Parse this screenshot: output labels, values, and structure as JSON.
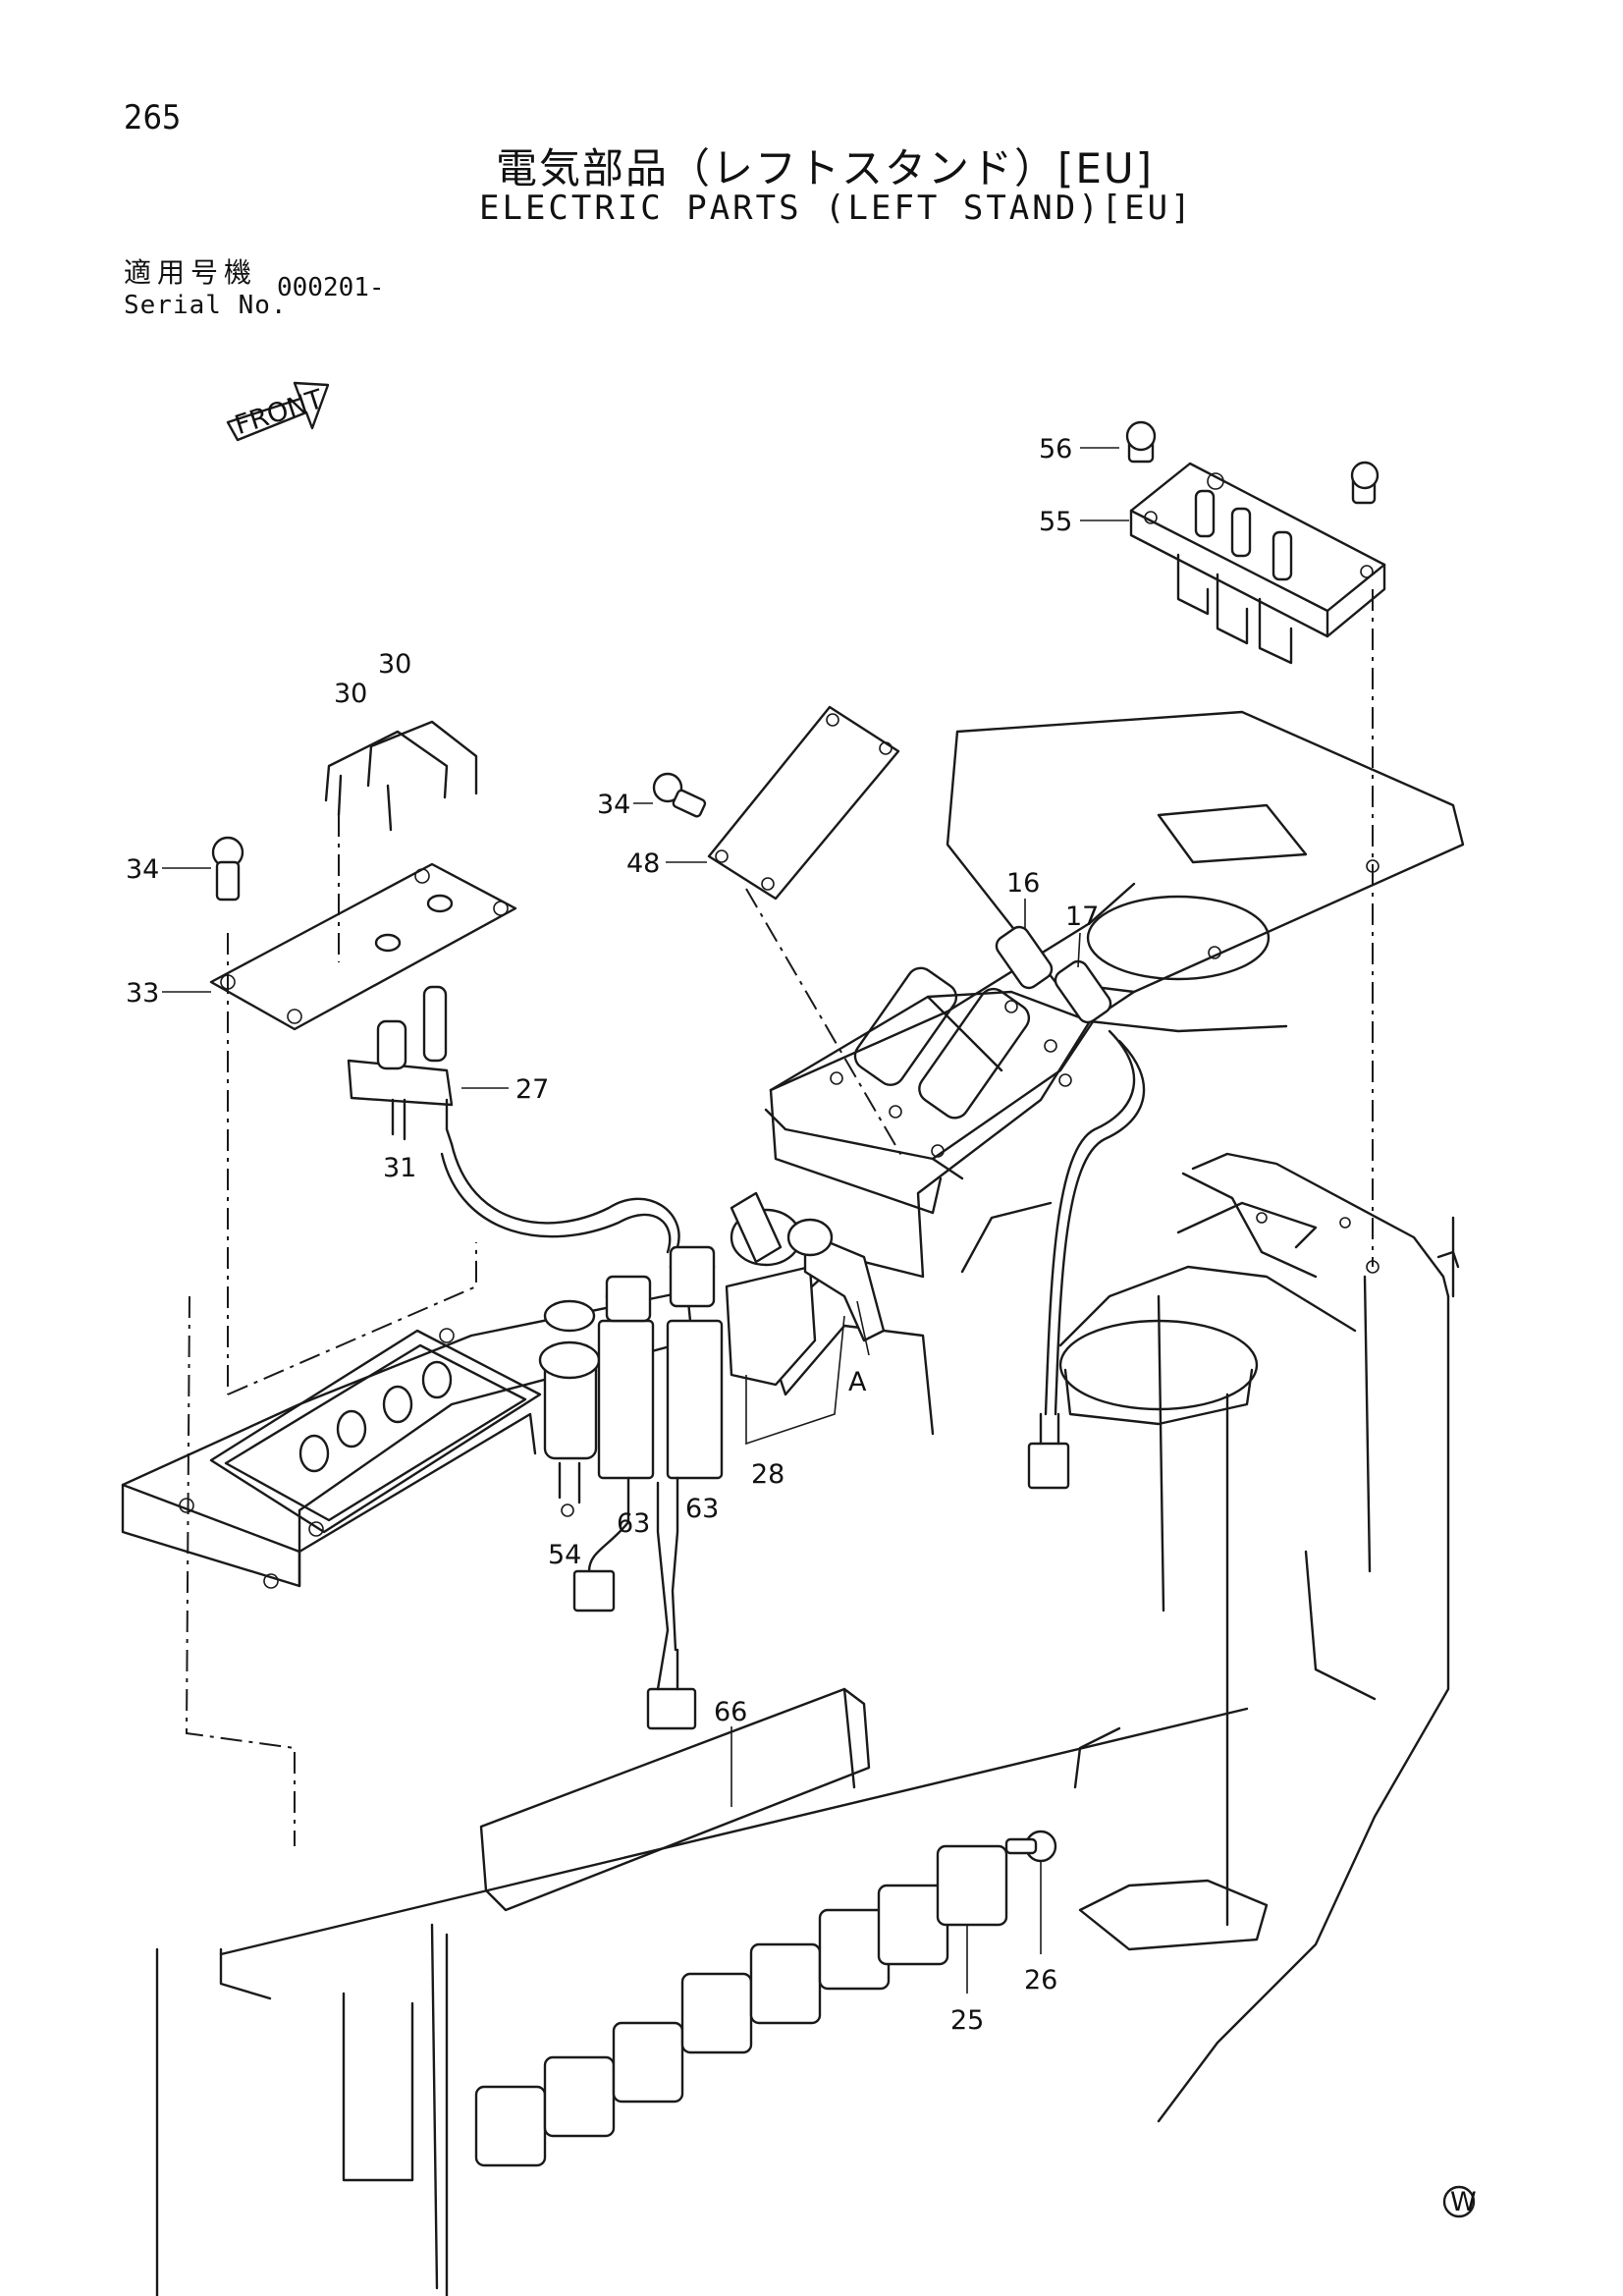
{
  "page": {
    "number": "265",
    "title_ja": "電気部品（レフトスタンド）[EU]",
    "title_en": "ELECTRIC PARTS (LEFT STAND)[EU]",
    "serial_label_ja": "適用号機",
    "serial_label_en": "Serial No.",
    "serial_value": "000201-"
  },
  "diagram": {
    "front_arrow": "FRONT",
    "view_marker": "A",
    "callouts": [
      "56",
      "55",
      "30",
      "30",
      "34",
      "34",
      "48",
      "16",
      "17",
      "33",
      "27",
      "31",
      "28",
      "63",
      "63",
      "54",
      "66",
      "26",
      "25"
    ],
    "footer_mark": "W"
  }
}
